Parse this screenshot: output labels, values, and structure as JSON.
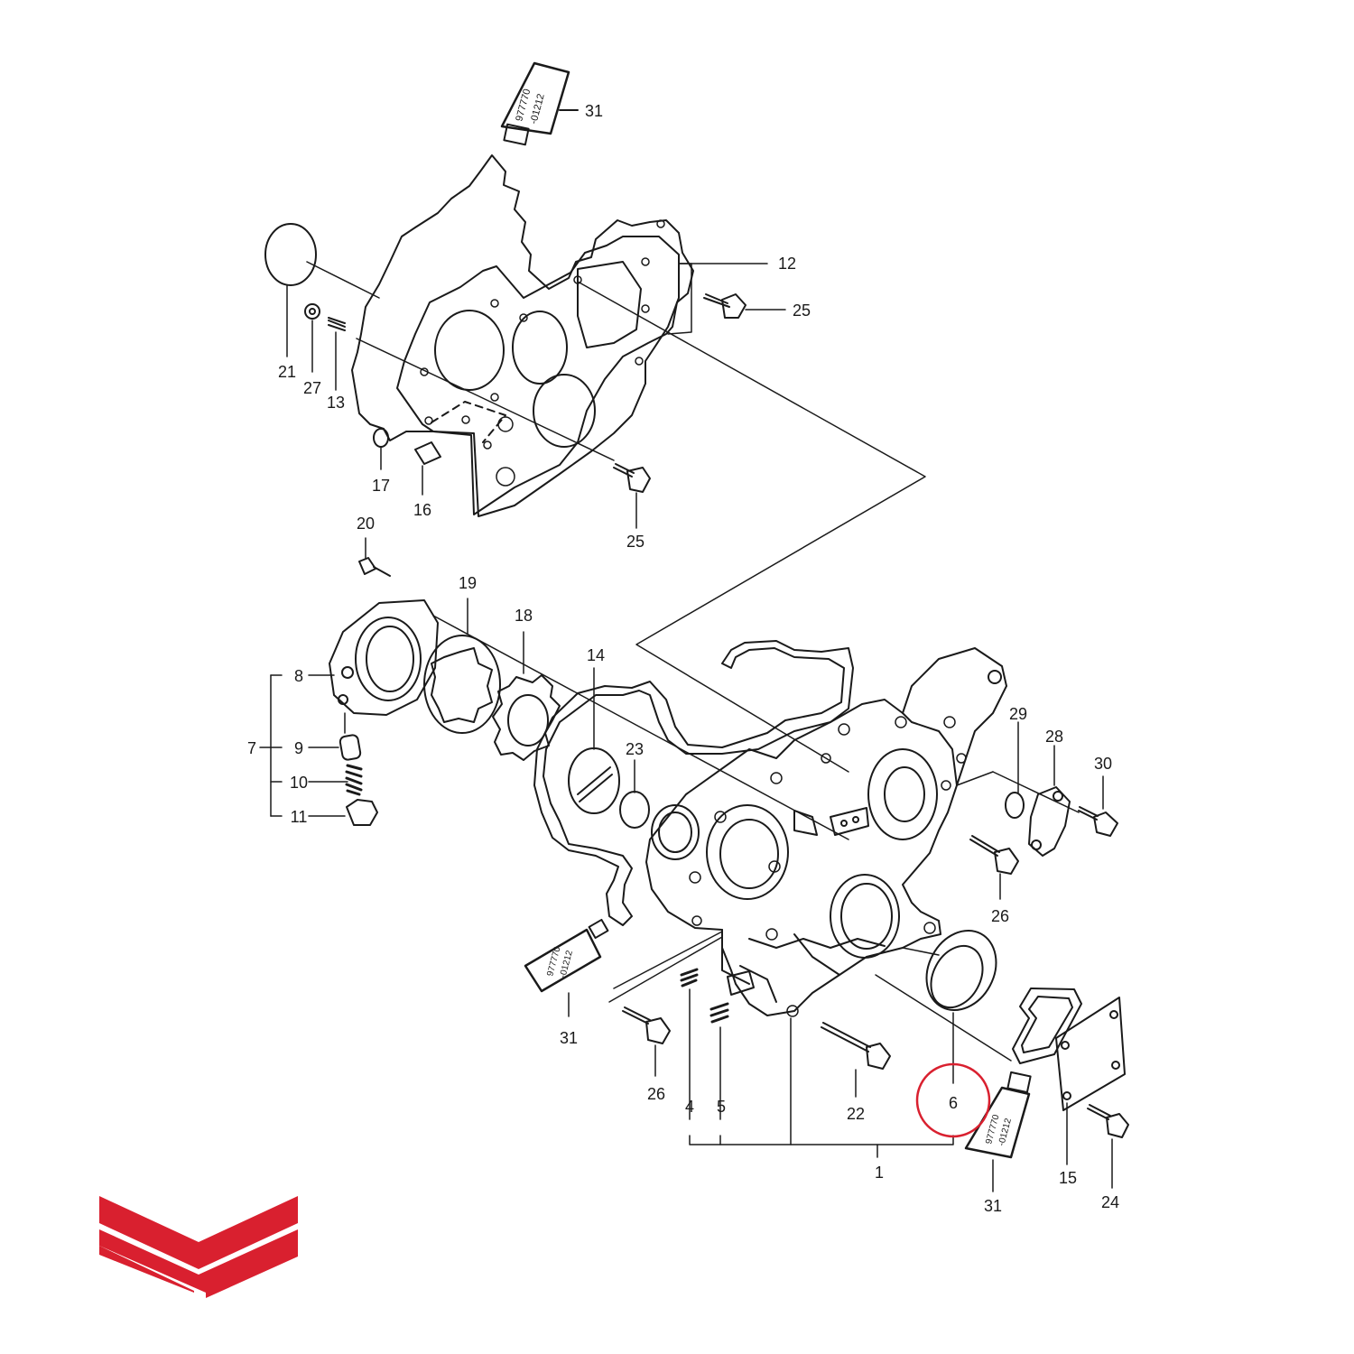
{
  "diagram": {
    "type": "exploded-parts-diagram",
    "highlight_color": "#d9202f",
    "line_color": "#1a1a1a",
    "highlighted_callout": "6",
    "callouts": {
      "c31a": "31",
      "c12": "12",
      "c25a": "25",
      "c21": "21",
      "c27": "27",
      "c13": "13",
      "c17": "17",
      "c16": "16",
      "c25b": "25",
      "c20": "20",
      "c19": "19",
      "c18": "18",
      "c14": "14",
      "c23": "23",
      "c8": "8",
      "c7": "7",
      "c9": "9",
      "c10": "10",
      "c11": "11",
      "c29": "29",
      "c28": "28",
      "c30": "30",
      "c26a": "26",
      "c31b": "31",
      "c26b": "26",
      "c4": "4",
      "c5": "5",
      "c22": "22",
      "c6": "6",
      "c1": "1",
      "c31c": "31",
      "c15": "15",
      "c24": "24"
    },
    "tube_label": {
      "line1": "977770",
      "line2": "-01212"
    }
  },
  "logo": {
    "name": "brand-chevron-logo",
    "color": "#d9202f"
  }
}
